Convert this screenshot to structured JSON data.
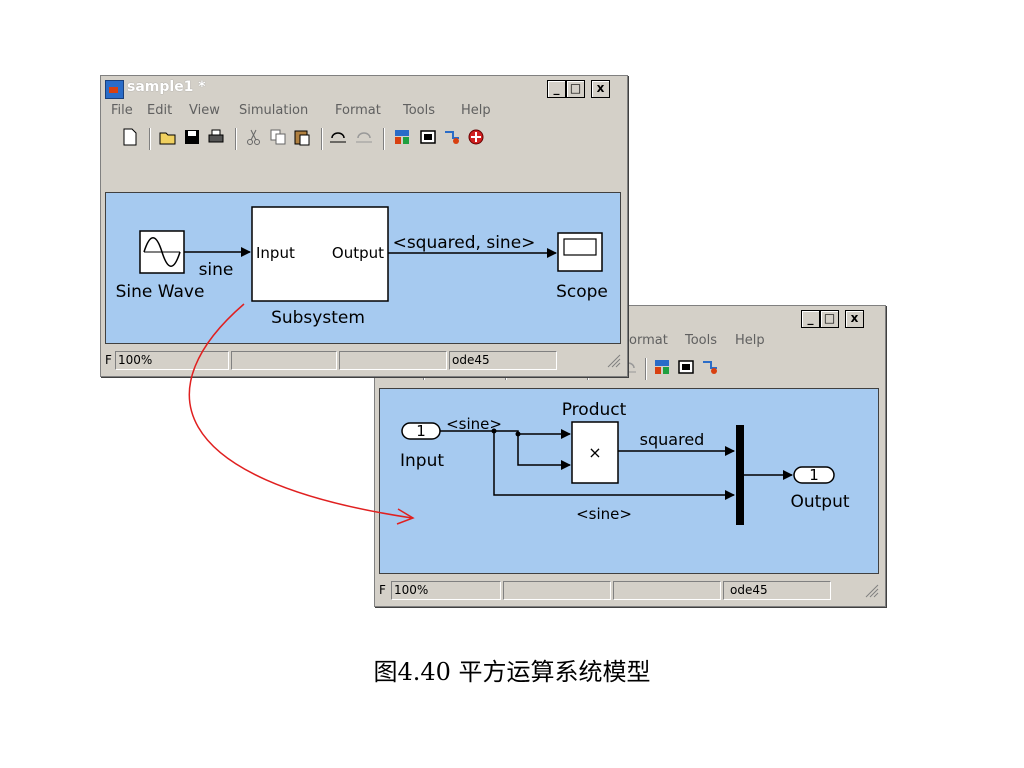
{
  "top_window": {
    "title": "sample1 *",
    "controls": {
      "minimize": "_",
      "maximize": "□",
      "close": "x"
    },
    "menu": [
      "File",
      "Edit",
      "View",
      "Simulation",
      "Format",
      "Tools",
      "Help"
    ],
    "status": {
      "left": "F",
      "zoom": "100%",
      "solver": "ode45"
    },
    "blocks": {
      "sine_wave": "Sine Wave",
      "sine_signal": "sine",
      "subsystem": "Subsystem",
      "subsystem_in": "Input",
      "subsystem_out": "Output",
      "bus_signal": "<squared, sine>",
      "scope": "Scope"
    }
  },
  "bottom_window": {
    "controls": {
      "minimize": "_",
      "maximize": "□",
      "close": "x"
    },
    "menu": [
      "ormat",
      "Tools",
      "Help"
    ],
    "status": {
      "left": "F",
      "zoom": "100%",
      "solver": "ode45"
    },
    "blocks": {
      "inport_num": "1",
      "inport_label": "Input",
      "sine_signal": "<sine>",
      "product_label": "Product",
      "product_symbol": "×",
      "squared_signal": "squared",
      "sine_bottom_signal": "<sine>",
      "outport_num": "1",
      "outport_label": "Output"
    }
  },
  "caption": "图4.40 平方运算系统模型",
  "colors": {
    "canvas": "#a6caf0",
    "chrome": "#d4d0c8",
    "arrow": "#e02020"
  }
}
